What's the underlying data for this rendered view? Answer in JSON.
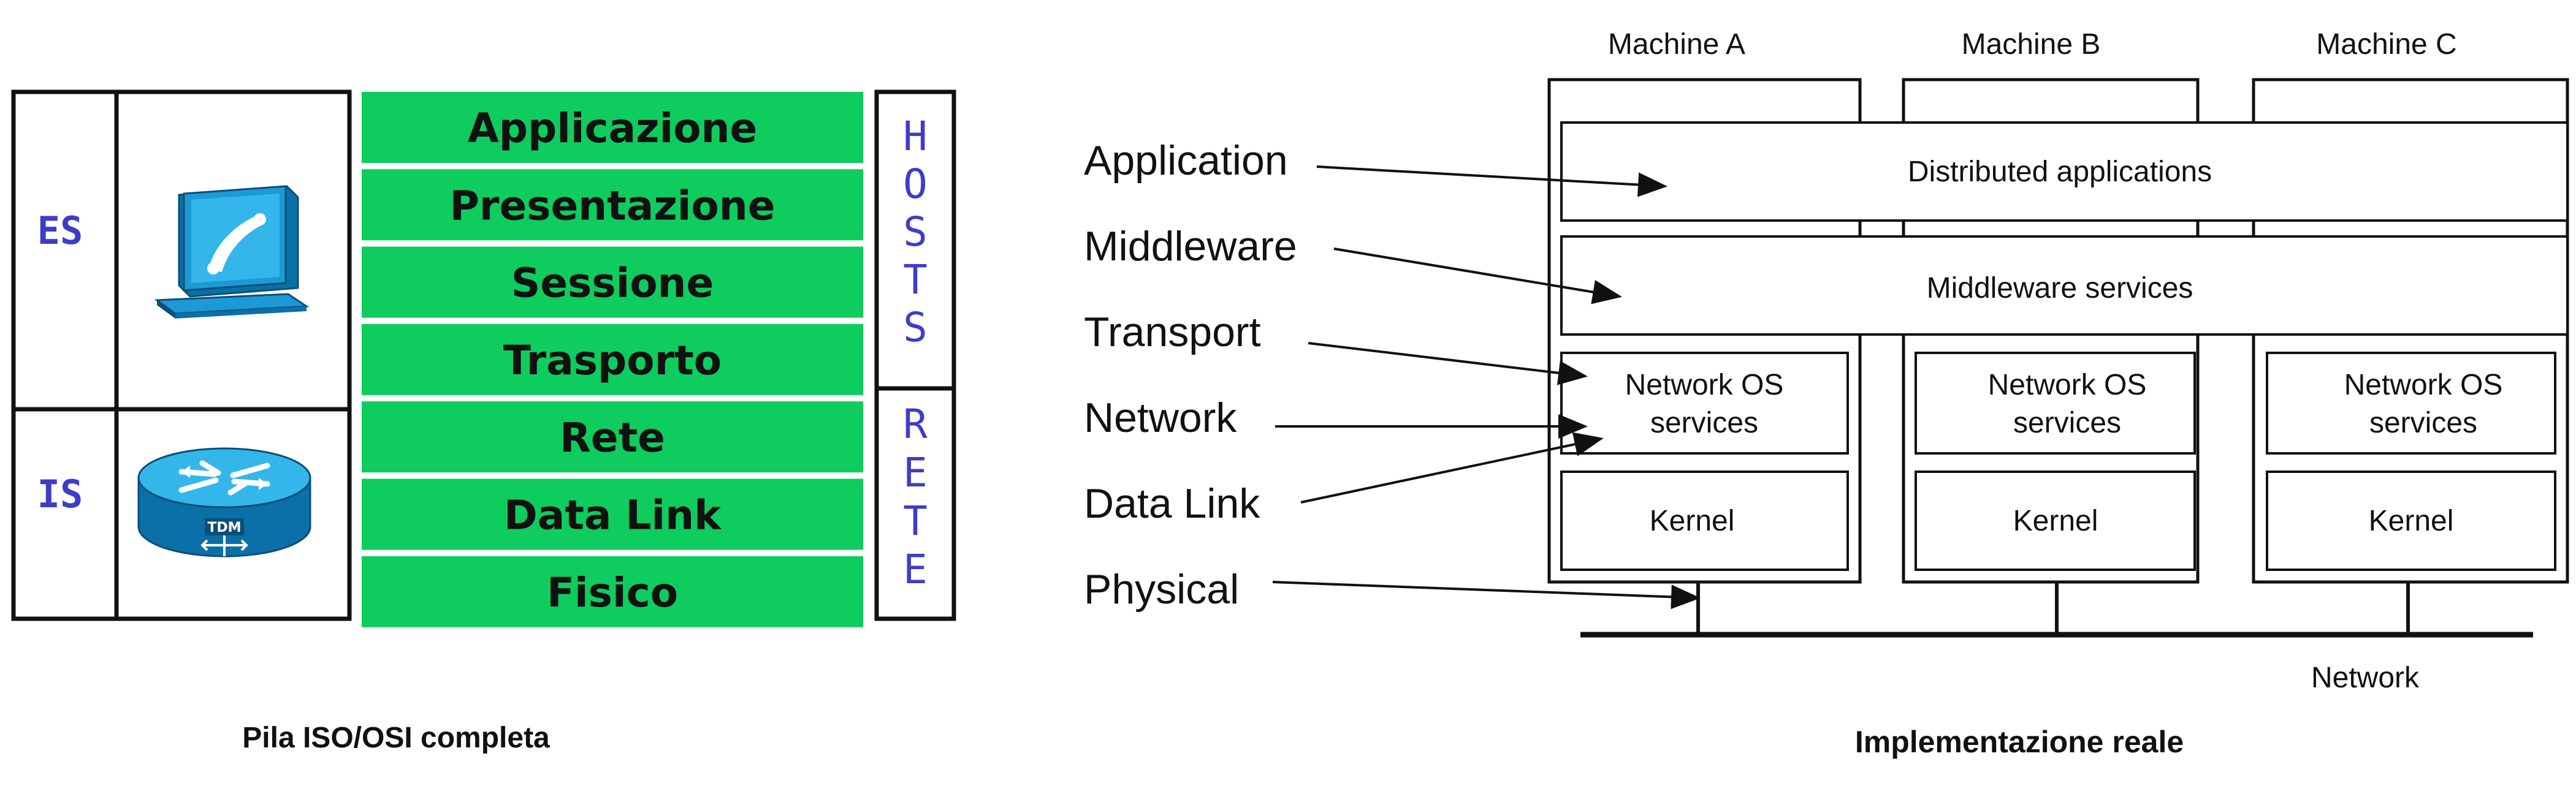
{
  "left_panel": {
    "caption": "Pila ISO/OSI completa",
    "side_labels": {
      "es": "ES",
      "is": "IS"
    },
    "icons": {
      "es": "workstation-icon",
      "is": "router-icon"
    },
    "router_badge": "TDM",
    "layers": [
      "Applicazione",
      "Presentazione",
      "Sessione",
      "Trasporto",
      "Rete",
      "Data Link",
      "Fisico"
    ],
    "vertical_labels": {
      "hosts": [
        "H",
        "O",
        "S",
        "T",
        "S"
      ],
      "rete": [
        "R",
        "E",
        "T",
        "E"
      ]
    },
    "colors": {
      "layer_fill": "#0ecc5e",
      "label_blue": "#3d3dc9",
      "frame": "#111111"
    }
  },
  "right_panel": {
    "caption": "Implementazione reale",
    "machines": [
      "Machine A",
      "Machine B",
      "Machine C"
    ],
    "layer_labels": [
      "Application",
      "Middleware",
      "Transport",
      "Network",
      "Data Link",
      "Physical"
    ],
    "shared_boxes": {
      "apps": "Distributed applications",
      "middleware": "Middleware services"
    },
    "netos_lines": [
      "Network OS",
      "services"
    ],
    "kernel": "Kernel",
    "network_label": "Network"
  }
}
